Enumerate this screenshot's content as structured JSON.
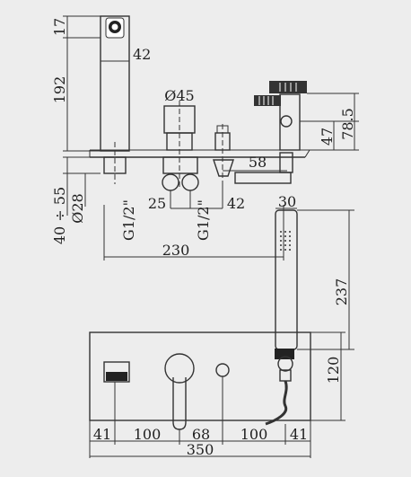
{
  "drawing": {
    "side_view": {
      "spout_top": "17",
      "spout_width": "42",
      "spout_height": "192",
      "valve_diameter": "Ø45",
      "holder_height_small": "47",
      "holder_height_large": "78.5",
      "diverter_offset": "58",
      "wall_range": "40 ÷ 55",
      "pipe_diameter": "Ø28",
      "connection_left": "G1/2\"",
      "connection_right": "G1/2\"",
      "inlet_spacing": "25",
      "inlet_offset": "42",
      "overall_depth": "230",
      "handshower_width": "30",
      "handshower_length": "237"
    },
    "front_view": {
      "plate_height": "120",
      "seg_1": "41",
      "seg_2": "100",
      "seg_3": "68",
      "seg_4": "100",
      "seg_5": "41",
      "overall_width": "350"
    }
  }
}
